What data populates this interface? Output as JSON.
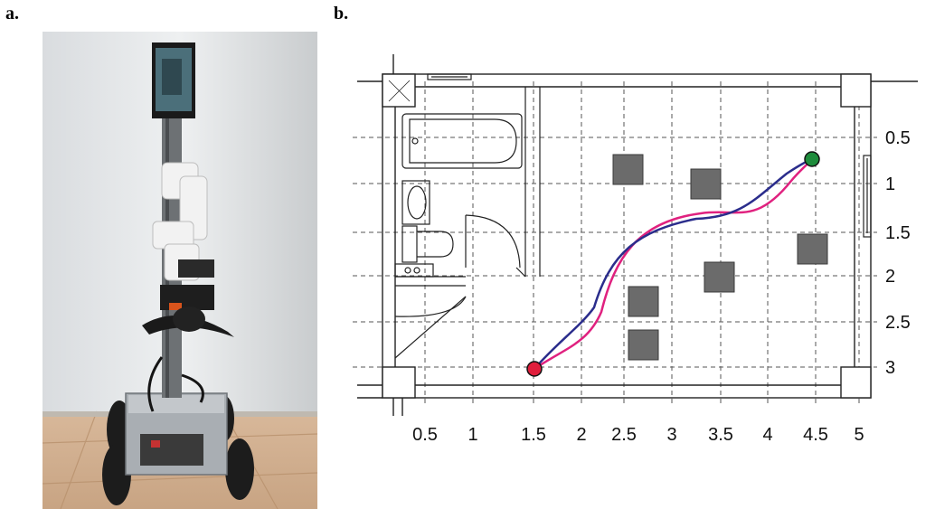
{
  "panels": {
    "a": {
      "label": "a."
    },
    "b": {
      "label": "b."
    }
  },
  "floorplan": {
    "x_ticks": [
      "0.5",
      "1",
      "1.5",
      "2",
      "2.5",
      "3",
      "3.5",
      "4",
      "4.5",
      "5"
    ],
    "y_ticks": [
      "0.5",
      "1",
      "1.5",
      "2",
      "2.5",
      "3"
    ],
    "start_color": "#e01e3c",
    "goal_color": "#1e8c3c",
    "path_colors": {
      "planned": "#2b2d8c",
      "executed": "#e0217f"
    },
    "obstacle_color": "#6b6b6b"
  }
}
